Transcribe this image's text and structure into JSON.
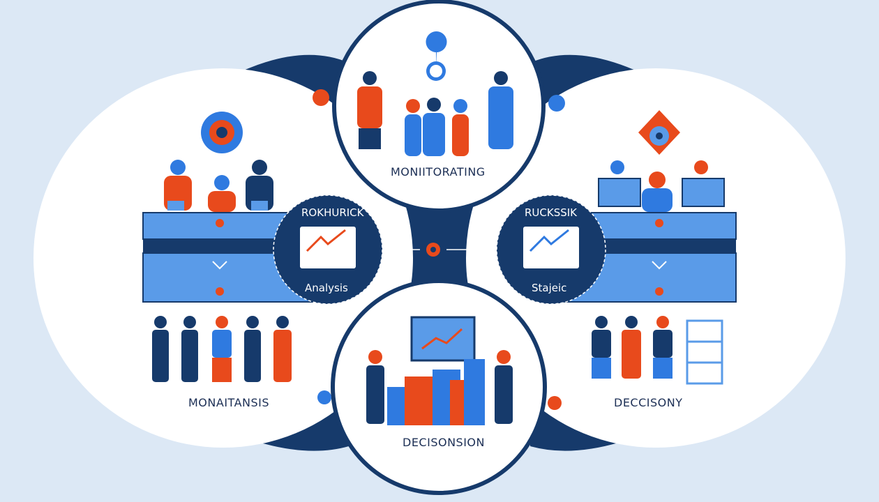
{
  "labels": {
    "left": "MONAITANSIS",
    "top": "MONIITORATING",
    "right": "DECCISONY",
    "bottom": "DECISONSION",
    "hub_left_title": "ROKHURICK",
    "hub_left_caption": "Analysis",
    "hub_right_title": "RUCKSSIK",
    "hub_right_caption": "Stajeic"
  },
  "colors": {
    "navy": "#163a6b",
    "blue": "#2f7ae0",
    "light_blue": "#5a9be8",
    "orange": "#e84a1c",
    "background": "#dce8f5"
  }
}
